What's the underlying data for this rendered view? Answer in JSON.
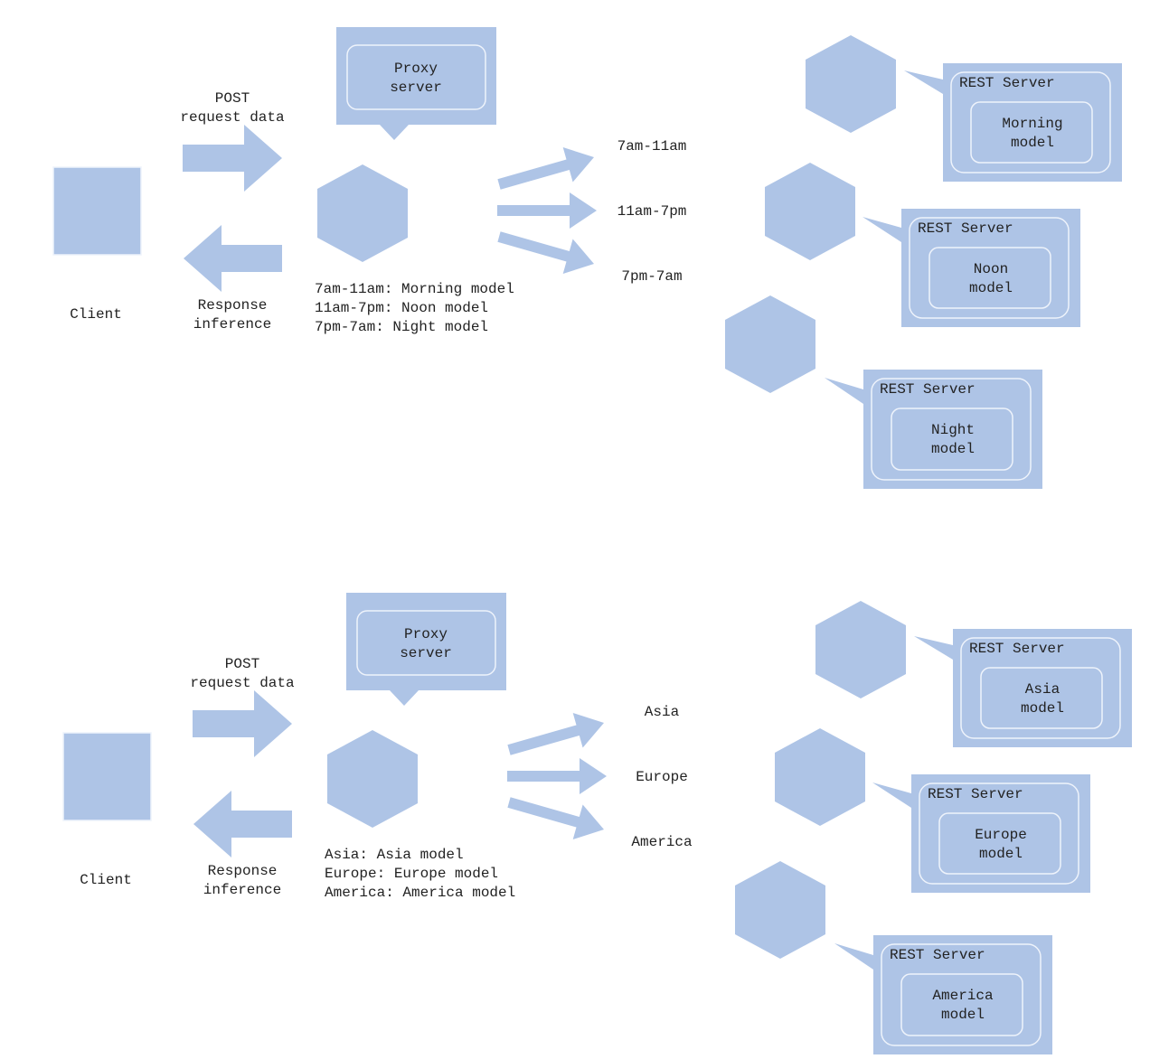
{
  "colors": {
    "shape_fill": "#aec4e6",
    "inner_stroke": "#eef3fb",
    "text": "#222222"
  },
  "diagrams": [
    {
      "client_label": "Client",
      "request_label": [
        "POST",
        "request data"
      ],
      "response_label": [
        "Response",
        "inference"
      ],
      "proxy_label": [
        "Proxy",
        "server"
      ],
      "rules": [
        "7am-11am: Morning model",
        "11am-7pm: Noon model",
        "7pm-7am: Night model"
      ],
      "routes": [
        "7am-11am",
        "11am-7pm",
        "7pm-7am"
      ],
      "servers": [
        {
          "title": "REST Server",
          "model": [
            "Morning",
            "model"
          ]
        },
        {
          "title": "REST Server",
          "model": [
            "Noon",
            "model"
          ]
        },
        {
          "title": "REST Server",
          "model": [
            "Night",
            "model"
          ]
        }
      ]
    },
    {
      "client_label": "Client",
      "request_label": [
        "POST",
        "request data"
      ],
      "response_label": [
        "Response",
        "inference"
      ],
      "proxy_label": [
        "Proxy",
        "server"
      ],
      "rules": [
        "Asia: Asia model",
        "Europe: Europe model",
        "America: America model"
      ],
      "routes": [
        "Asia",
        "Europe",
        "America"
      ],
      "servers": [
        {
          "title": "REST Server",
          "model": [
            "Asia",
            "model"
          ]
        },
        {
          "title": "REST Server",
          "model": [
            "Europe",
            "model"
          ]
        },
        {
          "title": "REST Server",
          "model": [
            "America",
            "model"
          ]
        }
      ]
    }
  ]
}
